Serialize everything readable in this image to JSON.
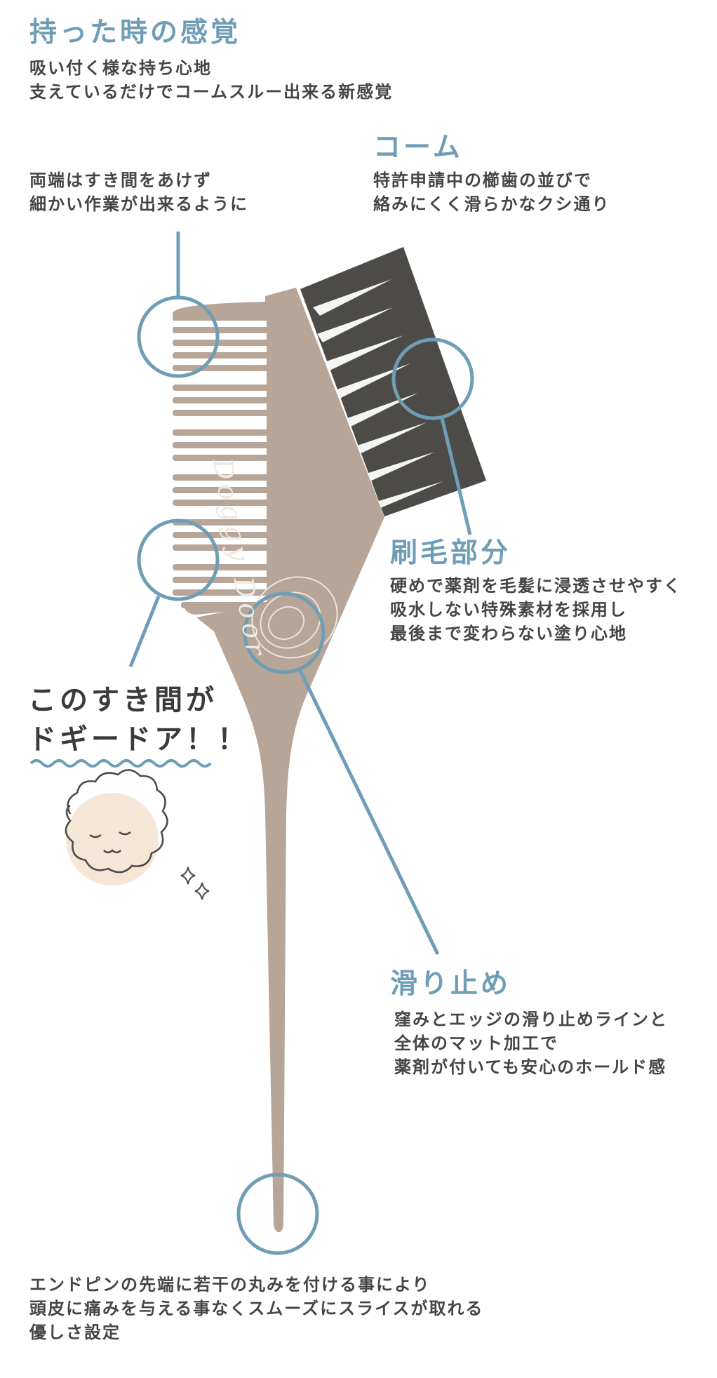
{
  "hold": {
    "heading": "持った時の感覚",
    "lines": [
      "吸い付く様な持ち心地",
      "支えているだけでコームスルー出来る新感覚"
    ]
  },
  "ends": {
    "lines": [
      "両端はすき間をあけず",
      "細かい作業が出来るように"
    ]
  },
  "comb": {
    "heading": "コーム",
    "lines": [
      "特許申請中の櫛歯の並びで",
      "絡みにくく滑らかなクシ通り"
    ]
  },
  "brush": {
    "heading": "刷毛部分",
    "lines": [
      "硬めで薬剤を毛髪に浸透させやすく",
      "吸水しない特殊素材を採用し",
      "最後まで変わらない塗り心地"
    ]
  },
  "gap": {
    "lines": [
      "このすき間が",
      "ドギードア！！"
    ]
  },
  "grip": {
    "heading": "滑り止め",
    "lines": [
      "窪みとエッジの滑り止めラインと",
      "全体のマット加工で",
      "薬剤が付いても安心のホールド感"
    ]
  },
  "tip": {
    "lines": [
      "エンドピンの先端に若干の丸みを付ける事により",
      "頭皮に痛みを与える事なくスムーズにスライスが取れる",
      "優しさ設定"
    ]
  },
  "logo": {
    "text": "Doggy Door"
  },
  "colors": {
    "accent": "#6f9db5",
    "comb_body": "#b7a597",
    "bristle": "#4d4b48",
    "text": "#3f3f3f",
    "dog": "#f6e6d6"
  }
}
